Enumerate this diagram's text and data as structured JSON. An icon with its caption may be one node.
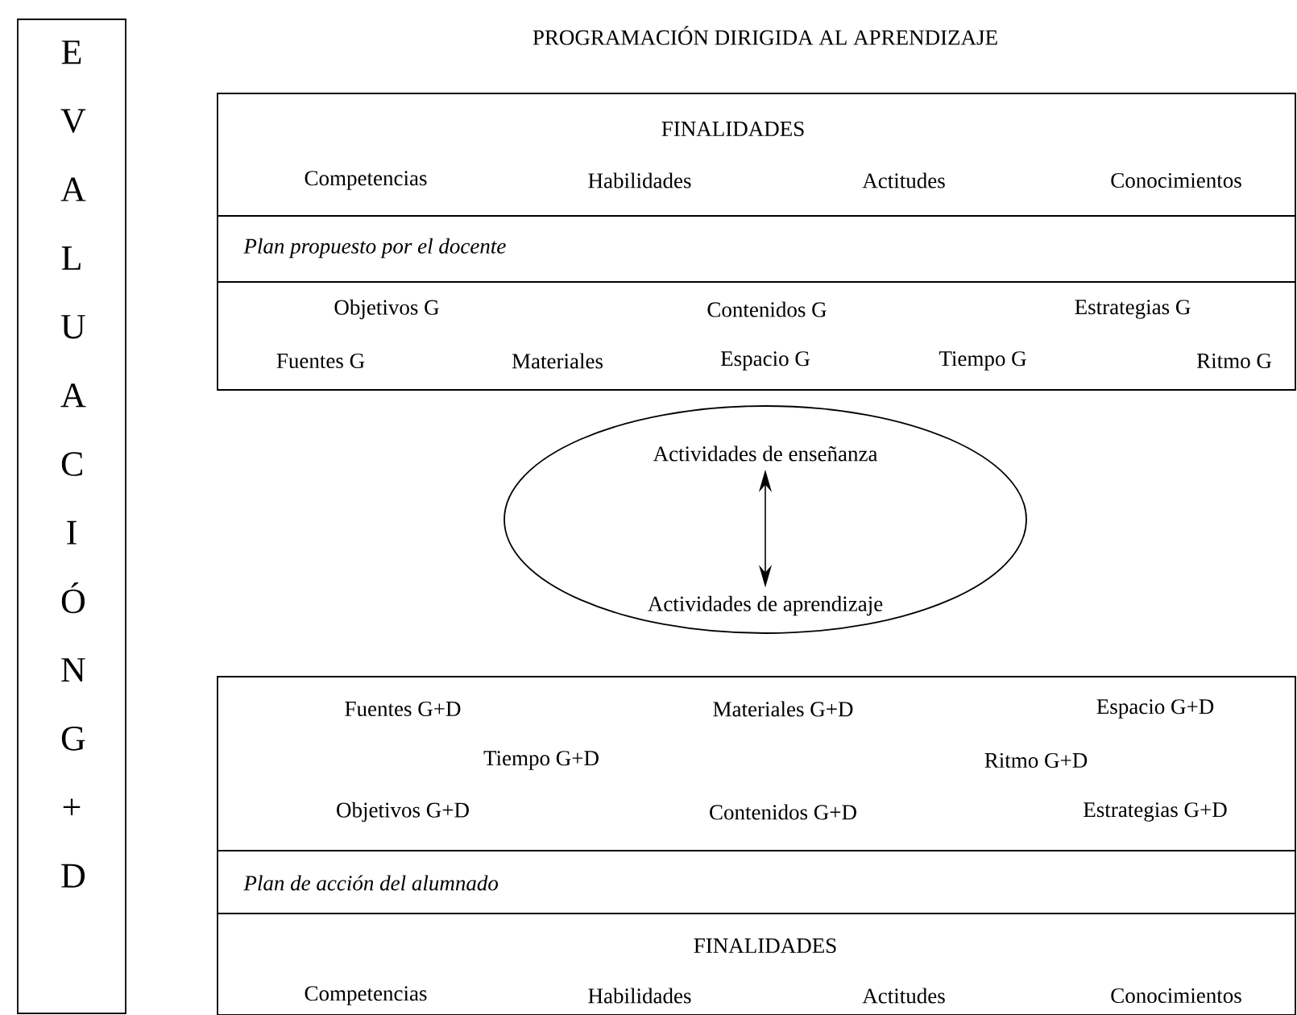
{
  "diagram": {
    "title": "PROGRAMACIÓN DIRIGIDA AL APRENDIZAJE",
    "nodes": [
      {
        "text": [
          "E V A L U A C I Ó N G + D"
        ]
      },
      {
        "text": [
          "FINALIDADES",
          "Competencias",
          "Habilidades",
          "Actitudes",
          "Conocimientos"
        ]
      },
      {
        "text": [
          "*Plan propuesto por el docente*"
        ]
      },
      {
        "text": [
          "Objetivos G",
          "Contenidos G",
          "Estrategias G",
          "Fuentes G",
          "Materiales",
          "Espacio G",
          "Tiempo G",
          "Ritmo G"
        ]
      },
      {
        "text": [],
        "shape": "ellipse"
      },
      {
        "text": [
          "Actividades de enseñanza"
        ],
        "in": 4
      },
      {
        "text": [
          "Actividades de aprendizaje"
        ],
        "in": 4
      },
      {
        "text": [
          "Fuentes G+D",
          "Materiales G+D",
          "Espacio G+D",
          "Tiempo G+D",
          "Ritmo G+D",
          "Objetivos G+D",
          "Contenidos G+D",
          "Estrategias G+D"
        ]
      },
      {
        "text": [
          "*Plan de acción del alumnado*"
        ]
      },
      {
        "text": [
          "FINALIDADES",
          "Competencias",
          "Habilidades",
          "Actitudes",
          "Conocimientos"
        ]
      }
    ],
    "edges": [
      {
        "from": 5,
        "to": 6,
        "arrow": "both"
      }
    ]
  }
}
